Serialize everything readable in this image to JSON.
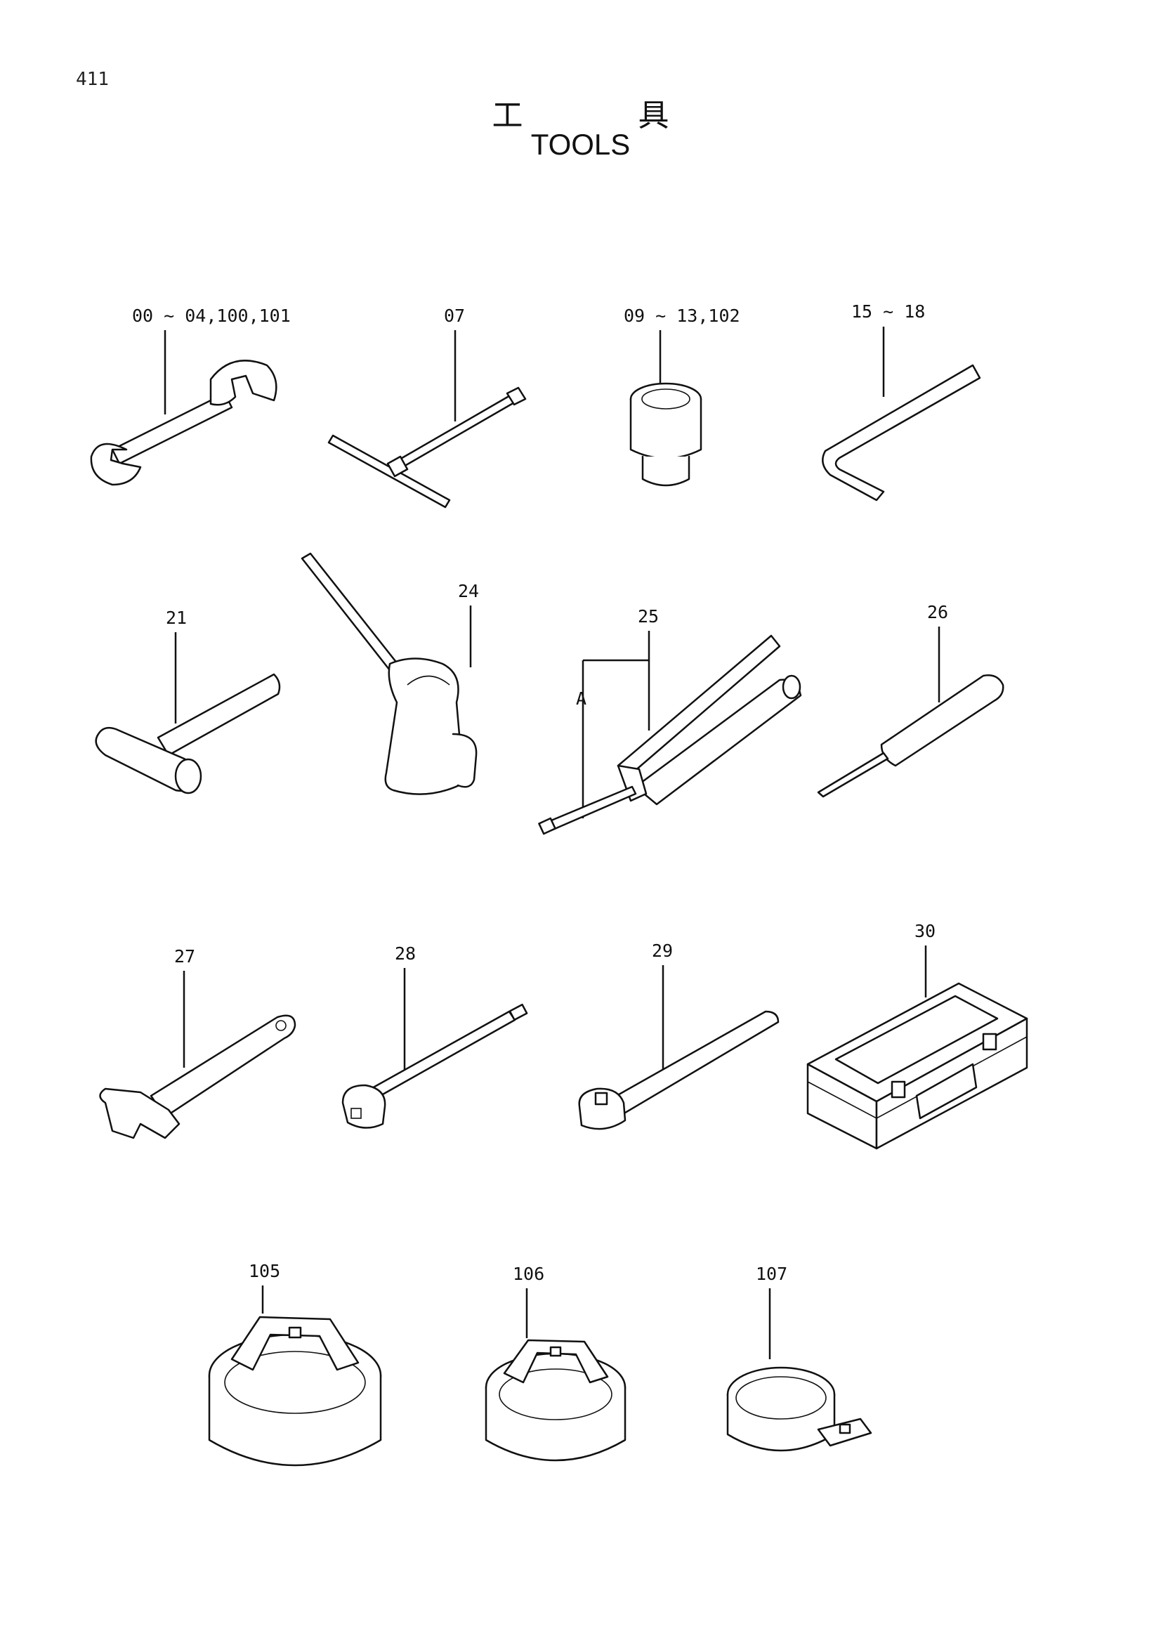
{
  "page_number": "411",
  "title": {
    "japanese": "工 具",
    "english": "TOOLS"
  },
  "parts": [
    {
      "id": "wrench",
      "label": "00 ~ 04,100,101"
    },
    {
      "id": "t-handle",
      "label": "07"
    },
    {
      "id": "socket",
      "label": "09 ~ 13,102"
    },
    {
      "id": "hex-key",
      "label": "15 ~ 18"
    },
    {
      "id": "hammer",
      "label": "21"
    },
    {
      "id": "oil-can",
      "label": "24"
    },
    {
      "id": "grease-gun",
      "label": "25"
    },
    {
      "id": "screwdriver",
      "label": "26"
    },
    {
      "id": "adjustable-wrench",
      "label": "27"
    },
    {
      "id": "extension-bar",
      "label": "28"
    },
    {
      "id": "ratchet-handle",
      "label": "29"
    },
    {
      "id": "tool-box",
      "label": "30"
    },
    {
      "id": "filter-wrench-large",
      "label": "105"
    },
    {
      "id": "filter-wrench-medium",
      "label": "106"
    },
    {
      "id": "filter-wrench-small",
      "label": "107"
    }
  ],
  "grease_gun_detail_label": "A"
}
